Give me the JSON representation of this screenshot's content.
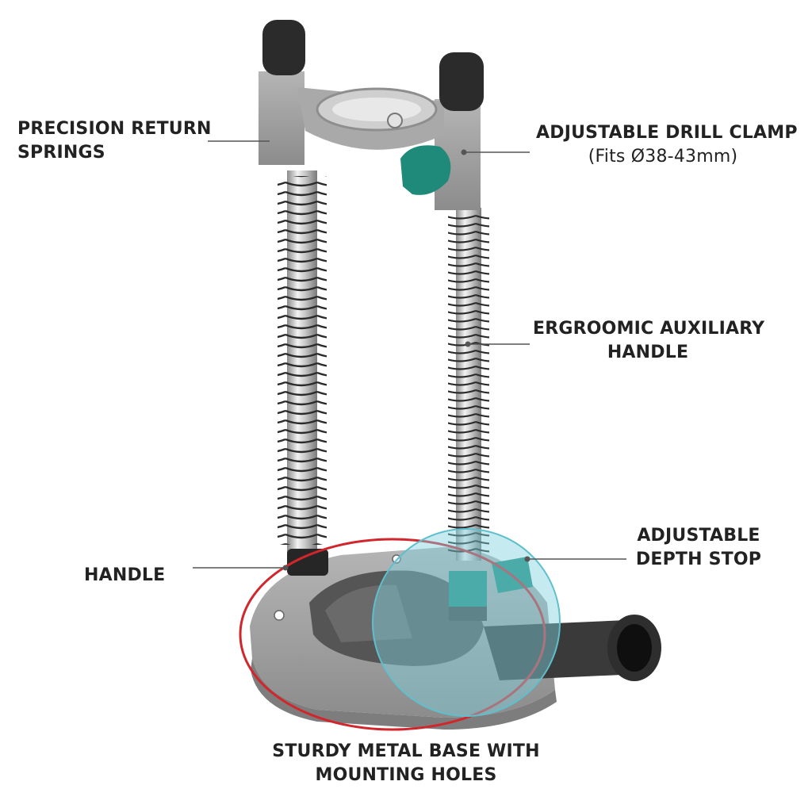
{
  "callouts": {
    "springs": {
      "line1": "PRECISION RETURN",
      "line2": "SPRINGS"
    },
    "clamp": {
      "line1": "ADJUSTABLE DRILL CLAMP",
      "line2": "(Fits Ø38-43mm)"
    },
    "aux_handle": {
      "line1": "ERGROOMIC AUXILIARY",
      "line2": "HANDLE"
    },
    "depth_stop": {
      "line1": "ADJUSTABLE",
      "line2": "DEPTH STOP"
    },
    "handle": {
      "line1": "HANDLE"
    },
    "base": {
      "line1": "STURDY METAL BASE WITH",
      "line2": "MOUNTING HOLES"
    }
  },
  "colors": {
    "frame_gray": "#9a9a9a",
    "knob_teal": "#1f8a7a",
    "cap_black": "#2b2b2b",
    "highlight_cyan": "#7fd3df",
    "highlight_red": "#d0262c"
  }
}
